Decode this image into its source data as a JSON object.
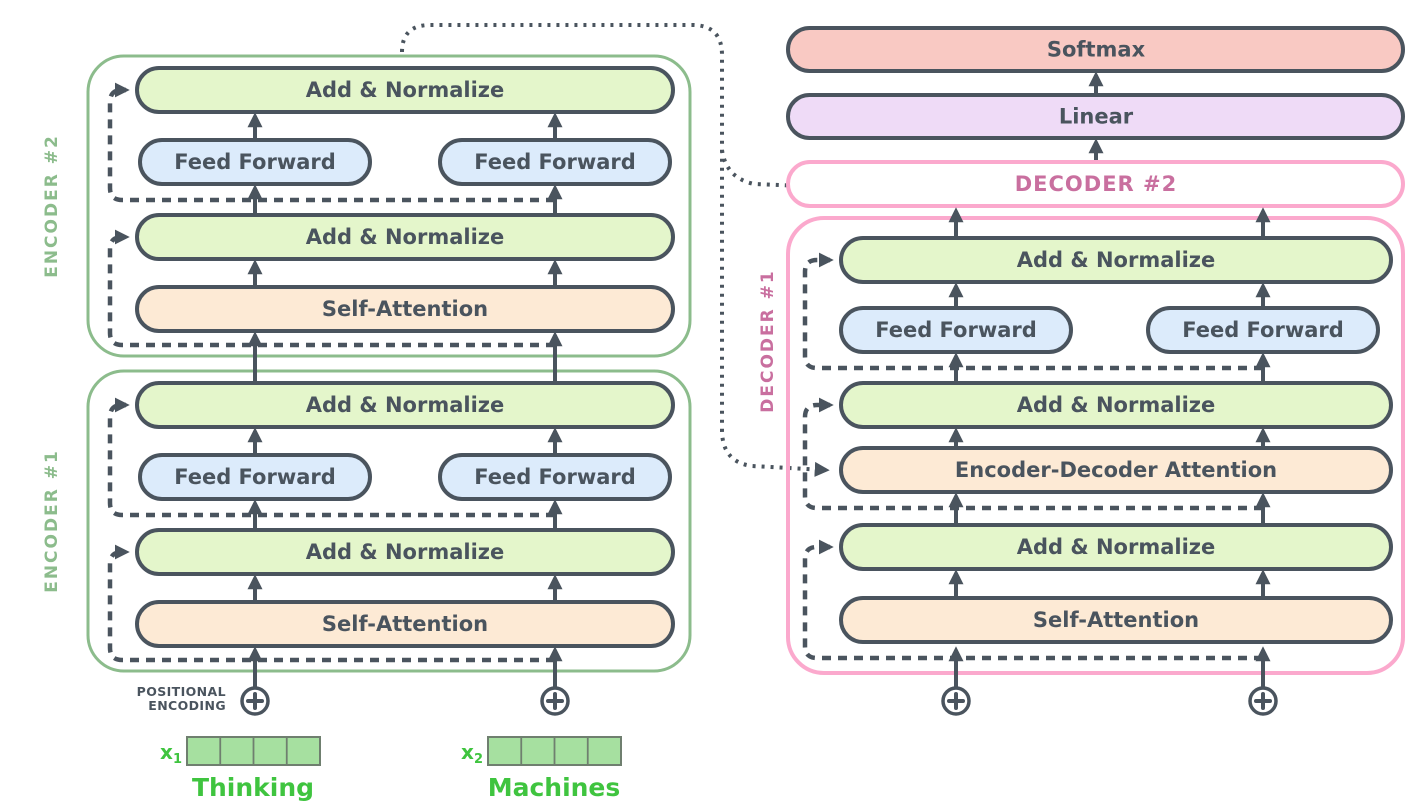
{
  "diagram": {
    "title_semantic": "transformer-encoder-decoder-architecture",
    "encoder2": {
      "label": "ENCODER #2",
      "blocks": {
        "add_norm_top": "Add & Normalize",
        "ff_left": "Feed Forward",
        "ff_right": "Feed Forward",
        "add_norm_mid": "Add & Normalize",
        "self_attention": "Self-Attention"
      }
    },
    "encoder1": {
      "label": "ENCODER #1",
      "blocks": {
        "add_norm_top": "Add & Normalize",
        "ff_left": "Feed Forward",
        "ff_right": "Feed Forward",
        "add_norm_mid": "Add & Normalize",
        "self_attention": "Self-Attention"
      }
    },
    "decoder2": {
      "label": "DECODER #2"
    },
    "decoder1": {
      "label": "DECODER #1",
      "blocks": {
        "add_norm_top": "Add & Normalize",
        "ff_left": "Feed Forward",
        "ff_right": "Feed Forward",
        "add_norm_mid": "Add & Normalize",
        "enc_dec_attention": "Encoder-Decoder Attention",
        "add_norm_bottom": "Add & Normalize",
        "self_attention": "Self-Attention"
      }
    },
    "output_layers": {
      "linear": "Linear",
      "softmax": "Softmax"
    },
    "inputs": {
      "positional_encoding_line1": "POSITIONAL",
      "positional_encoding_line2": "ENCODING",
      "x1_base": "x",
      "x1_sub": "1",
      "x2_base": "x",
      "x2_sub": "2",
      "word1": "Thinking",
      "word2": "Machines"
    },
    "colors": {
      "outline_dark": "#4a545e",
      "encoder_border_green": "#8cbc8c",
      "decoder_border_pink": "#fba9cd",
      "decoder_text_pink": "#c96f9f",
      "add_normalize_fill": "#e4f6cb",
      "feed_forward_fill": "#dcebfb",
      "attention_fill": "#fdead5",
      "softmax_fill": "#f9c9c3",
      "linear_fill": "#efdbf7",
      "embedding_fill": "#a6e0a0",
      "embedding_text_green": "#3fc43f"
    }
  }
}
